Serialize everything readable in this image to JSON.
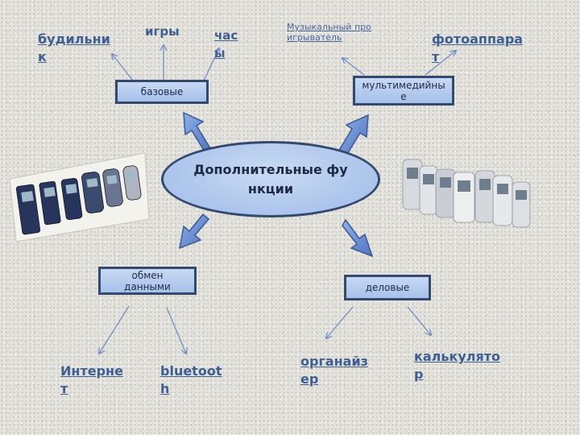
{
  "center": {
    "label": "Дополнительные функции"
  },
  "categories": {
    "basic": {
      "label": "базовые"
    },
    "multimedia": {
      "label": "мультимедийные"
    },
    "exchange": {
      "label": "обмен данными"
    },
    "business": {
      "label": "деловые"
    }
  },
  "leaves": {
    "alarm": "будильник",
    "games": "игры",
    "clock": "часы",
    "music_player": "Музыкальный проигрыватель",
    "camera": "фотоаппарат",
    "internet": "Интернет ",
    "bluetooth": "bluetooth",
    "organizer": "органайзер",
    "calculator": "калькулятор"
  },
  "colors": {
    "box_border": "#34496e",
    "box_fill": "#b4cbee",
    "arrow_fill": "#6f93d6",
    "link_text": "#3e5f92",
    "thin_arrow": "#6f8fc6"
  },
  "images": {
    "left_phones": "phone-row-photo-icon",
    "right_phones": "phone-row-photo-icon"
  }
}
